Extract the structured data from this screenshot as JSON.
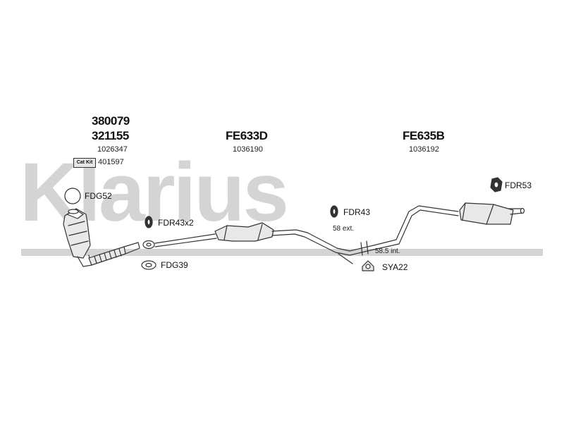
{
  "watermark": "Klarius",
  "catalytic": {
    "codes": [
      "380079",
      "321155"
    ],
    "ref": "1026347",
    "cat_kit_label": "Cat Kit",
    "cat_kit_ref": "401597"
  },
  "middle": {
    "code": "FE633D",
    "ref": "1036190"
  },
  "rear": {
    "code": "FE635B",
    "ref": "1036192"
  },
  "parts": {
    "fdg52": "FDG52",
    "fdr43x2": "FDR43x2",
    "fdg39": "FDG39",
    "fdr43": "FDR43",
    "sya22": "SYA22",
    "fdr53": "FDR53"
  },
  "notes": {
    "ext": "58 ext.",
    "int": "58.5 int."
  },
  "colors": {
    "line": "#333333",
    "watermark": "#d4d4d4",
    "fill": "#e8e8e8"
  }
}
